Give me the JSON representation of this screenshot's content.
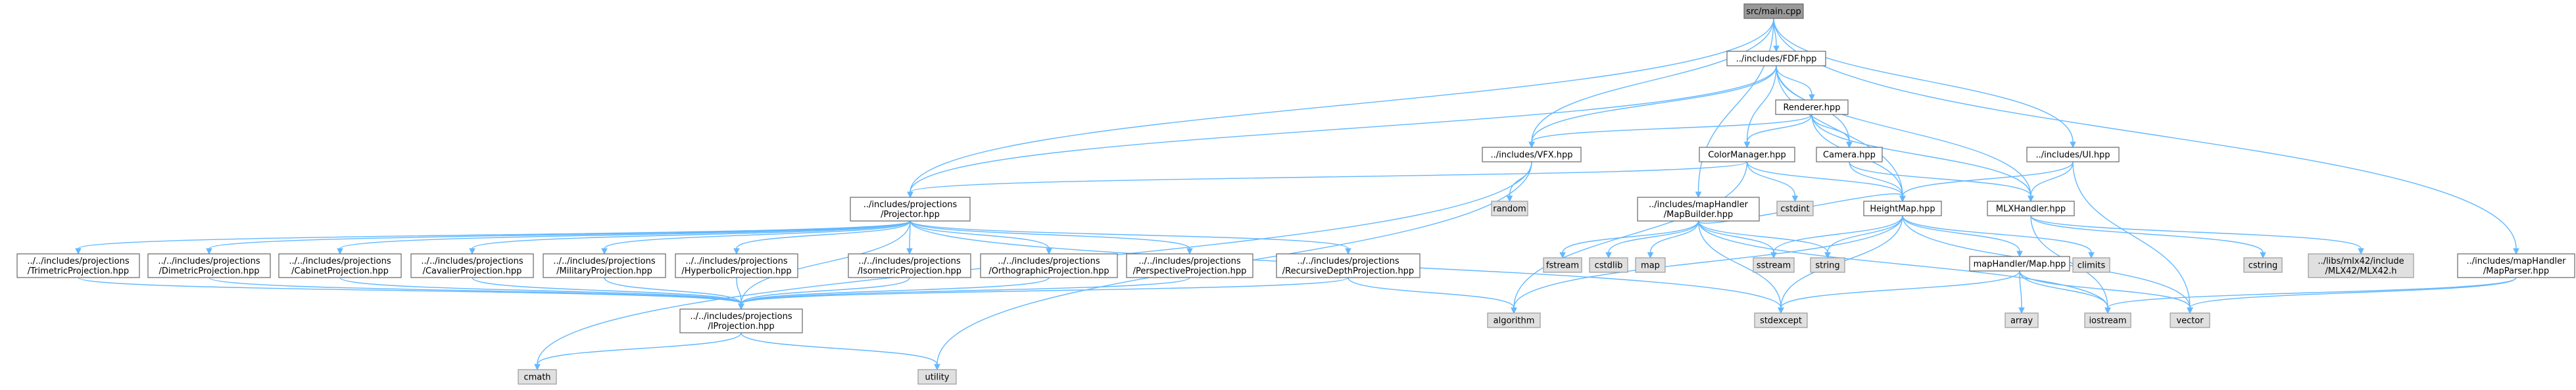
{
  "colors": {
    "edge": "#63b8ff",
    "root_fill": "#999999",
    "local_fill": "#ffffff",
    "local_stroke": "#666666",
    "system_fill": "#e0e0e0",
    "system_stroke": "#999999"
  },
  "nodes": [
    {
      "id": "main",
      "kind": "root",
      "lines": [
        "src/main.cpp"
      ]
    },
    {
      "id": "fdf",
      "kind": "local",
      "lines": [
        "../includes/FDF.hpp"
      ]
    },
    {
      "id": "renderer",
      "kind": "local",
      "lines": [
        "Renderer.hpp"
      ]
    },
    {
      "id": "vfx",
      "kind": "local",
      "lines": [
        "../includes/VFX.hpp"
      ]
    },
    {
      "id": "colormgr",
      "kind": "local",
      "lines": [
        "ColorManager.hpp"
      ]
    },
    {
      "id": "camera",
      "kind": "local",
      "lines": [
        "Camera.hpp"
      ]
    },
    {
      "id": "ui",
      "kind": "local",
      "lines": [
        "../includes/UI.hpp"
      ]
    },
    {
      "id": "projector",
      "kind": "local",
      "lines": [
        "../includes/projections",
        "/Projector.hpp"
      ]
    },
    {
      "id": "mapbuilder",
      "kind": "local",
      "lines": [
        "../includes/mapHandler",
        "/MapBuilder.hpp"
      ]
    },
    {
      "id": "heightmap",
      "kind": "local",
      "lines": [
        "HeightMap.hpp"
      ]
    },
    {
      "id": "mlxhandler",
      "kind": "local",
      "lines": [
        "MLXHandler.hpp"
      ]
    },
    {
      "id": "mapparser",
      "kind": "local",
      "lines": [
        "../includes/mapHandler",
        "/MapParser.hpp"
      ]
    },
    {
      "id": "mapmap",
      "kind": "local",
      "lines": [
        "mapHandler/Map.hpp"
      ]
    },
    {
      "id": "trimetric",
      "kind": "local",
      "lines": [
        "../../includes/projections",
        "/TrimetricProjection.hpp"
      ]
    },
    {
      "id": "dimetric",
      "kind": "local",
      "lines": [
        "../../includes/projections",
        "/DimetricProjection.hpp"
      ]
    },
    {
      "id": "cabinet",
      "kind": "local",
      "lines": [
        "../../includes/projections",
        "/CabinetProjection.hpp"
      ]
    },
    {
      "id": "cavalier",
      "kind": "local",
      "lines": [
        "../../includes/projections",
        "/CavalierProjection.hpp"
      ]
    },
    {
      "id": "military",
      "kind": "local",
      "lines": [
        "../../includes/projections",
        "/MilitaryProjection.hpp"
      ]
    },
    {
      "id": "hyperbolic",
      "kind": "local",
      "lines": [
        "../../includes/projections",
        "/HyperbolicProjection.hpp"
      ]
    },
    {
      "id": "isometric",
      "kind": "local",
      "lines": [
        "../../includes/projections",
        "/IsometricProjection.hpp"
      ]
    },
    {
      "id": "orthographic",
      "kind": "local",
      "lines": [
        "../../includes/projections",
        "/OrthographicProjection.hpp"
      ]
    },
    {
      "id": "perspective",
      "kind": "local",
      "lines": [
        "../../includes/projections",
        "/PerspectiveProjection.hpp"
      ]
    },
    {
      "id": "recursive",
      "kind": "local",
      "lines": [
        "../../includes/projections",
        "/RecursiveDepthProjection.hpp"
      ]
    },
    {
      "id": "iprojection",
      "kind": "local",
      "lines": [
        "../../includes/projections",
        "/IProjection.hpp"
      ]
    },
    {
      "id": "random",
      "kind": "system",
      "lines": [
        "random"
      ]
    },
    {
      "id": "cstdint",
      "kind": "system",
      "lines": [
        "cstdint"
      ]
    },
    {
      "id": "fstream",
      "kind": "system",
      "lines": [
        "fstream"
      ]
    },
    {
      "id": "cstdlib",
      "kind": "system",
      "lines": [
        "cstdlib"
      ]
    },
    {
      "id": "map",
      "kind": "system",
      "lines": [
        "map"
      ]
    },
    {
      "id": "sstream",
      "kind": "system",
      "lines": [
        "sstream"
      ]
    },
    {
      "id": "string",
      "kind": "system",
      "lines": [
        "string"
      ]
    },
    {
      "id": "climits",
      "kind": "system",
      "lines": [
        "climits"
      ]
    },
    {
      "id": "cstring",
      "kind": "system",
      "lines": [
        "cstring"
      ]
    },
    {
      "id": "mlx42",
      "kind": "system",
      "lines": [
        "../libs/mlx42/include",
        "/MLX42/MLX42.h"
      ]
    },
    {
      "id": "array",
      "kind": "system",
      "lines": [
        "array"
      ]
    },
    {
      "id": "iostream",
      "kind": "system",
      "lines": [
        "iostream"
      ]
    },
    {
      "id": "vector",
      "kind": "system",
      "lines": [
        "vector"
      ]
    },
    {
      "id": "algorithm",
      "kind": "system",
      "lines": [
        "algorithm"
      ]
    },
    {
      "id": "stdexcept",
      "kind": "system",
      "lines": [
        "stdexcept"
      ]
    },
    {
      "id": "cmath",
      "kind": "system",
      "lines": [
        "cmath"
      ]
    },
    {
      "id": "utility",
      "kind": "system",
      "lines": [
        "utility"
      ]
    }
  ],
  "edges": [
    [
      "main",
      "fdf"
    ],
    [
      "main",
      "vfx"
    ],
    [
      "main",
      "ui"
    ],
    [
      "main",
      "projector"
    ],
    [
      "main",
      "mapbuilder"
    ],
    [
      "main",
      "mapparser"
    ],
    [
      "fdf",
      "renderer"
    ],
    [
      "fdf",
      "vfx"
    ],
    [
      "fdf",
      "colormgr"
    ],
    [
      "fdf",
      "camera"
    ],
    [
      "fdf",
      "projector"
    ],
    [
      "fdf",
      "heightmap"
    ],
    [
      "fdf",
      "mlxhandler"
    ],
    [
      "renderer",
      "vfx"
    ],
    [
      "renderer",
      "colormgr"
    ],
    [
      "renderer",
      "camera"
    ],
    [
      "renderer",
      "heightmap"
    ],
    [
      "renderer",
      "mlxhandler"
    ],
    [
      "vfx",
      "random"
    ],
    [
      "vfx",
      "cmath"
    ],
    [
      "vfx",
      "utility"
    ],
    [
      "colormgr",
      "projector"
    ],
    [
      "colormgr",
      "cstdint"
    ],
    [
      "colormgr",
      "heightmap"
    ],
    [
      "colormgr",
      "algorithm"
    ],
    [
      "camera",
      "heightmap"
    ],
    [
      "camera",
      "mlxhandler"
    ],
    [
      "ui",
      "heightmap"
    ],
    [
      "ui",
      "mlxhandler"
    ],
    [
      "ui",
      "vector"
    ],
    [
      "projector",
      "trimetric"
    ],
    [
      "projector",
      "dimetric"
    ],
    [
      "projector",
      "cabinet"
    ],
    [
      "projector",
      "cavalier"
    ],
    [
      "projector",
      "military"
    ],
    [
      "projector",
      "hyperbolic"
    ],
    [
      "projector",
      "isometric"
    ],
    [
      "projector",
      "orthographic"
    ],
    [
      "projector",
      "perspective"
    ],
    [
      "projector",
      "recursive"
    ],
    [
      "projector",
      "iprojection"
    ],
    [
      "projector",
      "stdexcept"
    ],
    [
      "trimetric",
      "iprojection"
    ],
    [
      "dimetric",
      "iprojection"
    ],
    [
      "cabinet",
      "iprojection"
    ],
    [
      "cavalier",
      "iprojection"
    ],
    [
      "military",
      "iprojection"
    ],
    [
      "hyperbolic",
      "iprojection"
    ],
    [
      "isometric",
      "iprojection"
    ],
    [
      "orthographic",
      "iprojection"
    ],
    [
      "perspective",
      "iprojection"
    ],
    [
      "recursive",
      "iprojection"
    ],
    [
      "recursive",
      "algorithm"
    ],
    [
      "iprojection",
      "cmath"
    ],
    [
      "iprojection",
      "utility"
    ],
    [
      "mapbuilder",
      "heightmap"
    ],
    [
      "mapbuilder",
      "fstream"
    ],
    [
      "mapbuilder",
      "cstdlib"
    ],
    [
      "mapbuilder",
      "map"
    ],
    [
      "mapbuilder",
      "sstream"
    ],
    [
      "mapbuilder",
      "string"
    ],
    [
      "mapbuilder",
      "stdexcept"
    ],
    [
      "mapbuilder",
      "iostream"
    ],
    [
      "heightmap",
      "sstream"
    ],
    [
      "heightmap",
      "string"
    ],
    [
      "heightmap",
      "climits"
    ],
    [
      "heightmap",
      "vector"
    ],
    [
      "heightmap",
      "algorithm"
    ],
    [
      "heightmap",
      "stdexcept"
    ],
    [
      "heightmap",
      "mapmap"
    ],
    [
      "mlxhandler",
      "cstring"
    ],
    [
      "mlxhandler",
      "mlx42"
    ],
    [
      "mlxhandler",
      "iostream"
    ],
    [
      "mapmap",
      "array"
    ],
    [
      "mapmap",
      "iostream"
    ],
    [
      "mapmap",
      "vector"
    ],
    [
      "mapmap",
      "stdexcept"
    ],
    [
      "mapparser",
      "iostream"
    ],
    [
      "mapparser",
      "vector"
    ]
  ]
}
